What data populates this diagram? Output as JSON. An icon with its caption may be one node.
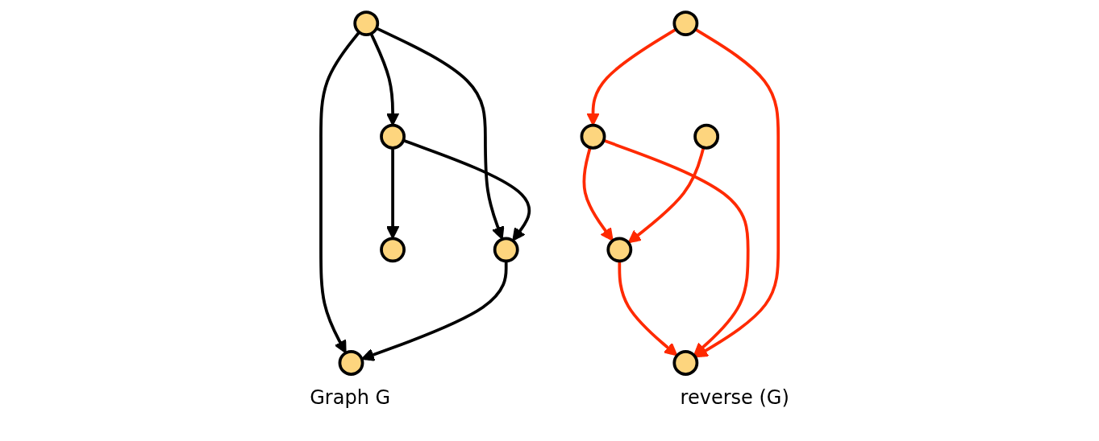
{
  "diagram": {
    "nodes": [
      {
        "text": [],
        "shape": "circle"
      },
      {
        "text": [],
        "shape": "circle"
      },
      {
        "text": [],
        "shape": "circle"
      },
      {
        "text": [],
        "shape": "circle"
      },
      {
        "text": [],
        "shape": "circle"
      },
      {
        "text": [],
        "shape": "circle"
      },
      {
        "text": [],
        "shape": "circle"
      },
      {
        "text": [],
        "shape": "circle"
      },
      {
        "text": [],
        "shape": "circle"
      },
      {
        "text": [],
        "shape": "circle"
      }
    ],
    "edges": [
      {
        "from": 0,
        "to": 1,
        "arrow": "to"
      },
      {
        "from": 0,
        "to": 3,
        "arrow": "to"
      },
      {
        "from": 0,
        "to": 2,
        "arrow": "to"
      },
      {
        "from": 1,
        "to": 3,
        "arrow": "to"
      },
      {
        "from": 1,
        "to": 4,
        "arrow": "to"
      },
      {
        "from": 3,
        "to": 2,
        "arrow": "to"
      },
      {
        "from": 6,
        "to": 5,
        "arrow": "to",
        "color": "#ff2a00"
      },
      {
        "from": 8,
        "to": 5,
        "arrow": "to",
        "color": "#ff2a00"
      },
      {
        "from": 7,
        "to": 5,
        "arrow": "to",
        "color": "#ff2a00"
      },
      {
        "from": 7,
        "to": 8,
        "arrow": "to",
        "color": "#ff2a00"
      },
      {
        "from": 8,
        "to": 6,
        "arrow": "to",
        "color": "#ff2a00"
      },
      {
        "from": 9,
        "to": 6,
        "arrow": "to",
        "color": "#ff2a00"
      }
    ],
    "labels": [
      "Graph G",
      "reverse (G)"
    ]
  }
}
